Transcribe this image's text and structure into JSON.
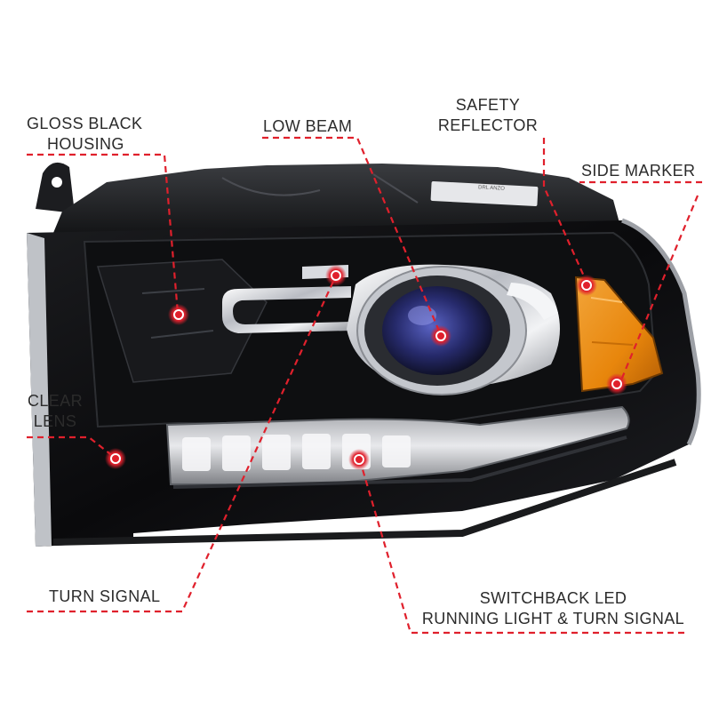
{
  "callouts": {
    "gloss_black_housing": {
      "line1": "GLOSS BLACK",
      "line2": "HOUSING"
    },
    "low_beam": {
      "line1": "LOW BEAM"
    },
    "safety_reflector": {
      "line1": "SAFETY",
      "line2": "REFLECTOR"
    },
    "side_marker": {
      "line1": "SIDE MARKER"
    },
    "clear_lens": {
      "line1": "CLEAR",
      "line2": "LENS"
    },
    "turn_signal": {
      "line1": "TURN SIGNAL"
    },
    "switchback_led": {
      "line1": "SWITCHBACK LED",
      "line2": "RUNNING LIGHT & TURN SIGNAL"
    }
  },
  "product_label": {
    "line1": "DRL",
    "line2": "ANZO"
  },
  "colors": {
    "callout_red": "#e0202c",
    "label_text": "#2b2b2b",
    "housing_black": "#0d0d0f",
    "amber": "#e8860c",
    "projector_blue": "#3a3f8f",
    "chrome": "#d9dbe0"
  }
}
